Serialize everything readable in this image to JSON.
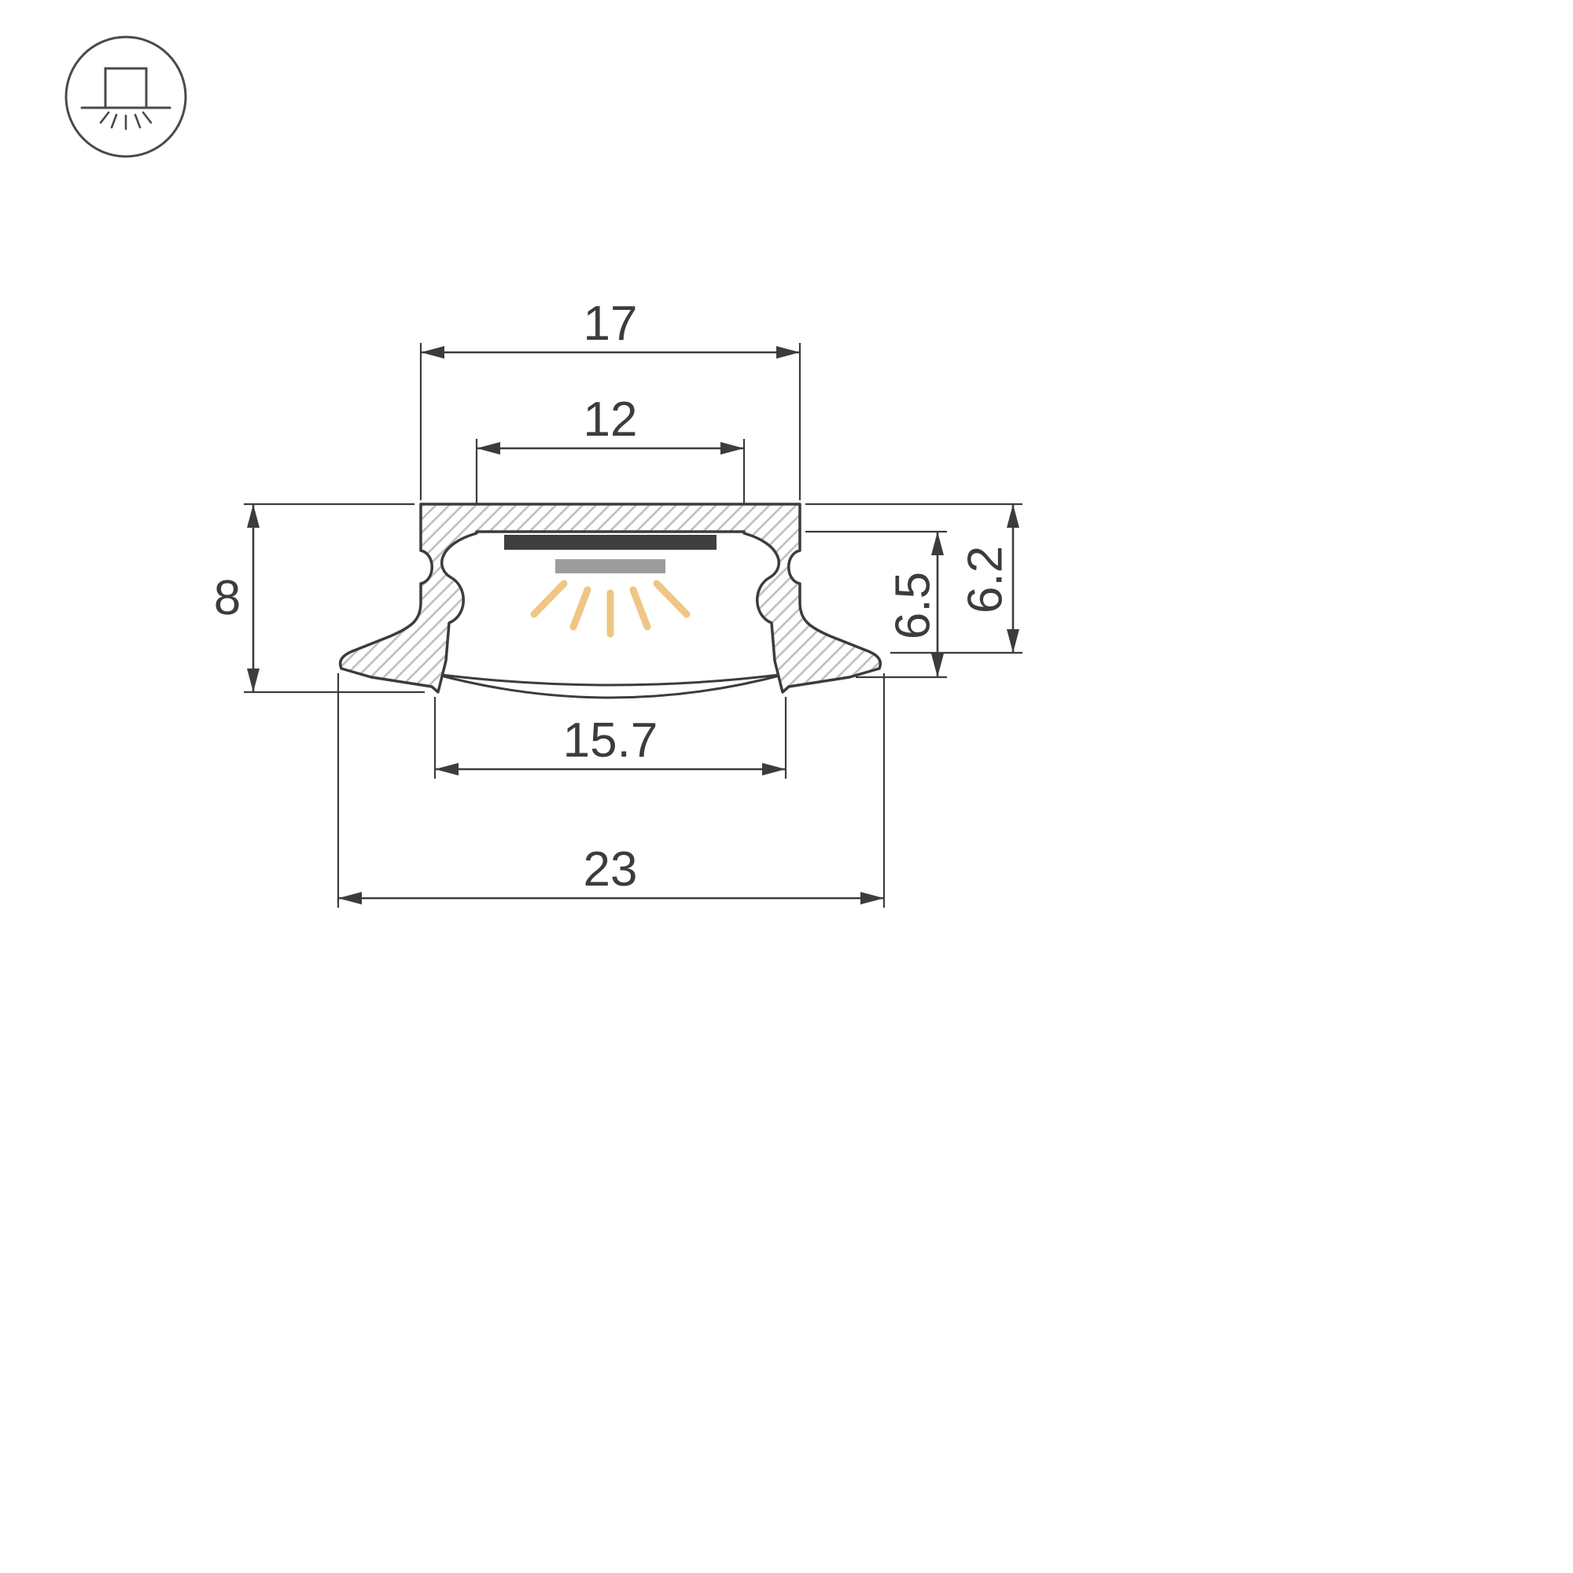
{
  "icon": {
    "label": "recessed-downlight"
  },
  "colors": {
    "line": "#3C3C3B",
    "hatch": "#BEBEBE",
    "pcb": "#3F3F3F",
    "led": "#9D9D9D",
    "glow": "#EFC685"
  },
  "diagram": {
    "dimensions": {
      "top_width": "17",
      "opening_width": "12",
      "height": "8",
      "inner_height": "6.5",
      "recess_depth": "6.2",
      "diffuser_width": "15.7",
      "overall_width": "23"
    }
  }
}
